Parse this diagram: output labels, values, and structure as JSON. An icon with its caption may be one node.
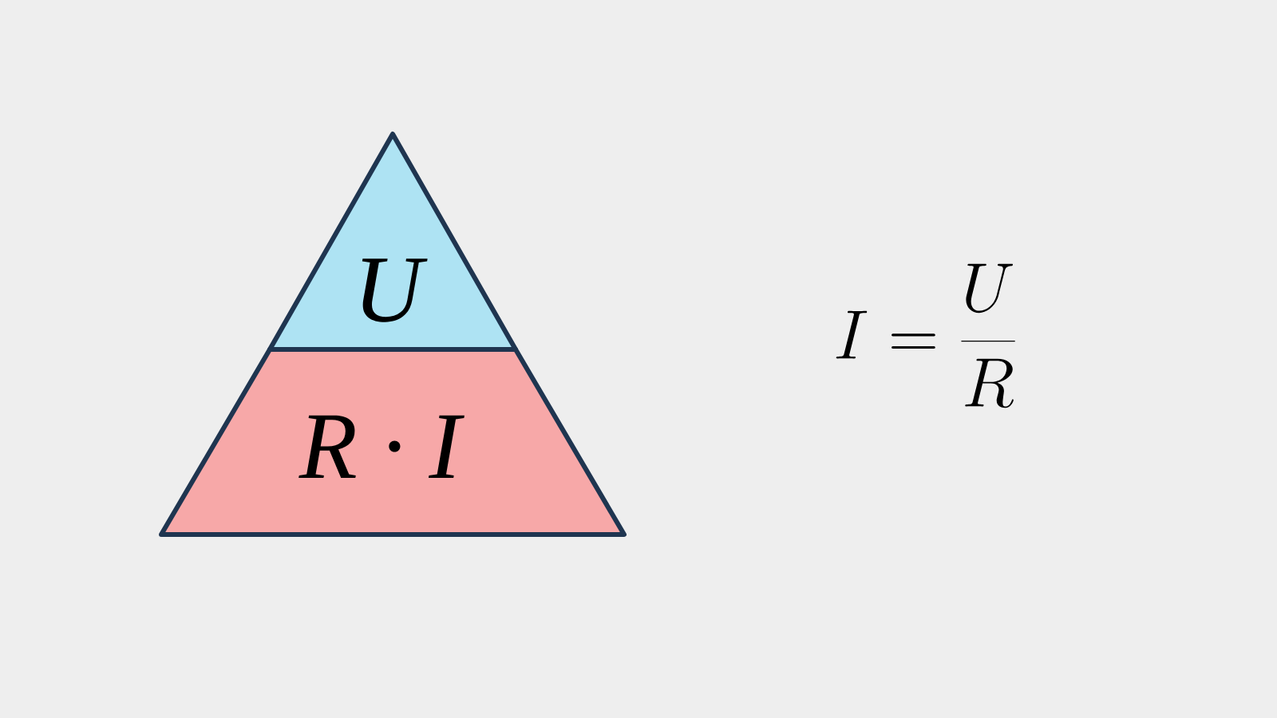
{
  "diagram": {
    "nodes": [
      {
        "text": [
          "U"
        ]
      },
      {
        "text": [
          "R · I"
        ]
      }
    ],
    "labels": [
      "I = \\frac{U}{R}"
    ]
  }
}
